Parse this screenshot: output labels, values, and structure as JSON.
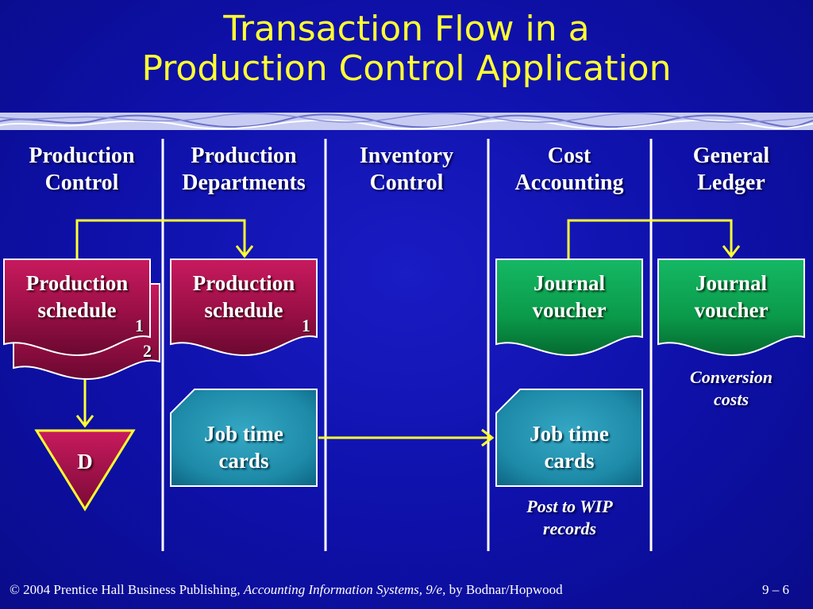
{
  "title": {
    "line1": "Transaction Flow in a",
    "line2": "Production Control Application"
  },
  "lanes": [
    {
      "line1": "Production",
      "line2": "Control"
    },
    {
      "line1": "Production",
      "line2": "Departments"
    },
    {
      "line1": "Inventory",
      "line2": "Control"
    },
    {
      "line1": "Cost",
      "line2": "Accounting"
    },
    {
      "line1": "General",
      "line2": "Ledger"
    }
  ],
  "documents": {
    "pc_schedule": {
      "line1": "Production",
      "line2": "schedule",
      "copy1": "1",
      "copy2": "2"
    },
    "pd_schedule": {
      "line1": "Production",
      "line2": "schedule",
      "copy1": "1"
    },
    "ca_voucher": {
      "line1": "Journal",
      "line2": "voucher"
    },
    "gl_voucher": {
      "line1": "Journal",
      "line2": "voucher"
    },
    "pd_jobcards": {
      "line1": "Job time",
      "line2": "cards"
    },
    "ca_jobcards": {
      "line1": "Job time",
      "line2": "cards"
    },
    "file_d": "D"
  },
  "notes": {
    "conversion": {
      "line1": "Conversion",
      "line2": "costs"
    },
    "wip": {
      "line1": "Post to WIP",
      "line2": "records"
    }
  },
  "footer": {
    "prefix": "© 2004 Prentice Hall Business Publishing, ",
    "book": "Accounting Information Systems, 9/e",
    "suffix": ", by Bodnar/Hopwood",
    "page": "9 – 6"
  },
  "colors": {
    "background": "#1214b0",
    "title": "#ffff33",
    "lines": "#ffffff",
    "arrows": "#ffff33",
    "maroon_doc": "#a0104a",
    "green_doc": "#0a9a4a",
    "teal_card": "#1d8aa8"
  }
}
